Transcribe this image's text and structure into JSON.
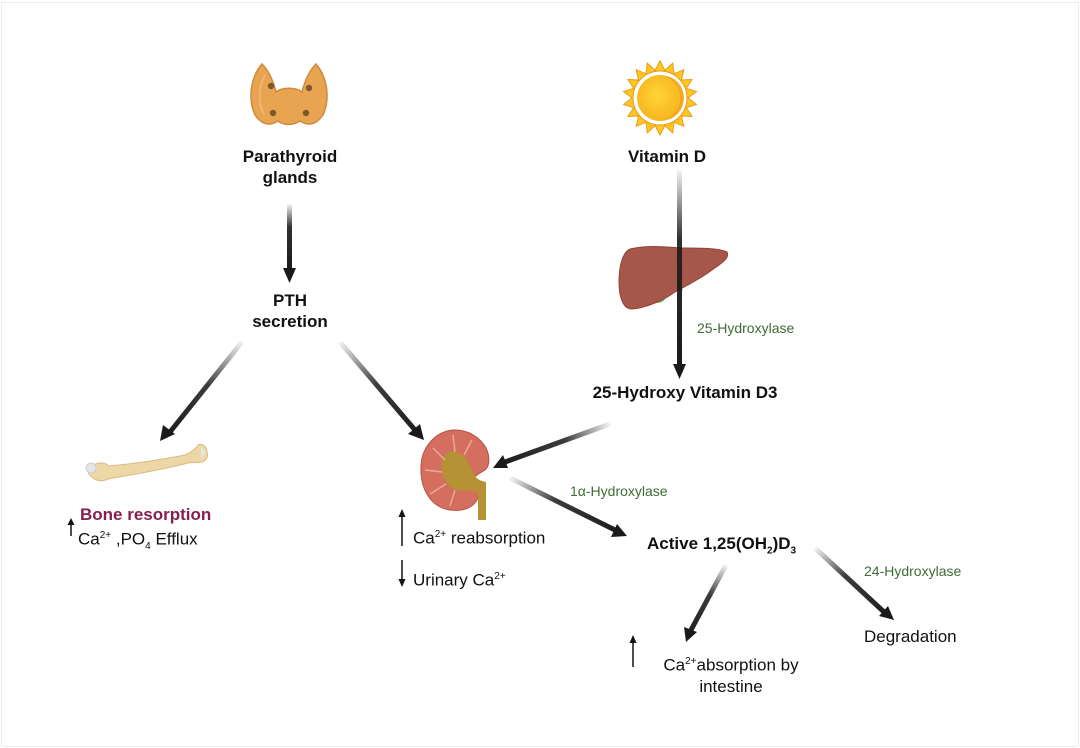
{
  "diagram": {
    "title": "Calcium and Vitamin D regulation pathway",
    "colors": {
      "text": "#111111",
      "enzyme": "#3f6b35",
      "bone_resorption": "#84204f",
      "arrow": "#1a1a1a"
    },
    "nodes": {
      "parathyroid": {
        "label_line1": "Parathyroid",
        "label_line2": "glands",
        "icon": "parathyroid-gland-icon"
      },
      "pth": {
        "label_line1": "PTH",
        "label_line2": "secretion"
      },
      "vitamin_d": {
        "label": "Vitamin D",
        "icon": "sun-icon"
      },
      "liver": {
        "icon": "liver-icon"
      },
      "hydroxy_d3": {
        "label": "25-Hydroxy Vitamin D3"
      },
      "bone": {
        "icon": "bone-icon",
        "title": "Bone resorption",
        "effect_prefix": "Ca",
        "effect_sup": "2+",
        "effect_mid": " ,PO",
        "effect_sub": "4",
        "effect_suffix": " Efflux",
        "arrow": "up"
      },
      "kidney": {
        "icon": "kidney-icon",
        "effect1_prefix": "Ca",
        "effect1_sup": "2+",
        "effect1_suffix": " reabsorption",
        "effect1_arrow": "up",
        "effect2_prefix": "Urinary Ca",
        "effect2_sup": "2+",
        "effect2_arrow": "down"
      },
      "active_d3": {
        "prefix": "Active 1,25(OH",
        "sub1": "2",
        "mid": ")D",
        "sub2": "3"
      },
      "intestine": {
        "prefix": "Ca",
        "sup": "2+",
        "line1_suffix": "absorption by",
        "line2": "intestine",
        "arrow": "up"
      },
      "degradation": {
        "label": "Degradation"
      }
    },
    "enzymes": {
      "e25": "25-Hydroxylase",
      "e1a": "1α-Hydroxylase",
      "e24": "24-Hydroxylase"
    },
    "edges": [
      {
        "from": "parathyroid",
        "to": "pth"
      },
      {
        "from": "pth",
        "to": "bone"
      },
      {
        "from": "pth",
        "to": "kidney"
      },
      {
        "from": "vitamin_d",
        "to": "hydroxy_d3",
        "via": "liver",
        "enzyme": "25-Hydroxylase"
      },
      {
        "from": "hydroxy_d3",
        "to": "kidney"
      },
      {
        "from": "kidney",
        "to": "active_d3",
        "enzyme": "1α-Hydroxylase"
      },
      {
        "from": "active_d3",
        "to": "intestine"
      },
      {
        "from": "active_d3",
        "to": "degradation",
        "enzyme": "24-Hydroxylase"
      }
    ]
  }
}
